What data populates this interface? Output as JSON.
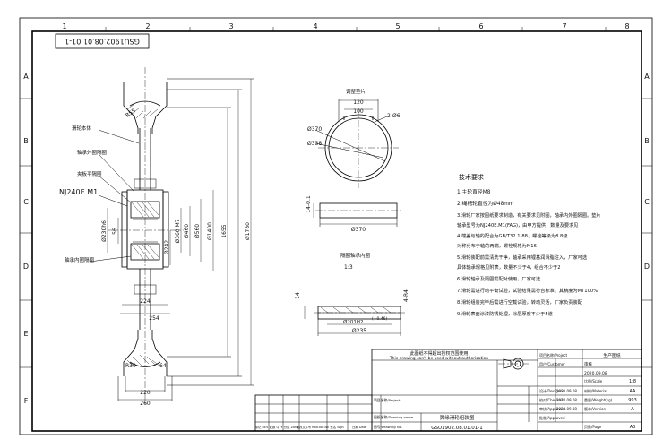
{
  "drawing_number_stamp": "GSU1902.08.01.01-1",
  "border": {
    "columns": [
      "1",
      "2",
      "3",
      "4",
      "5",
      "6",
      "7",
      "8"
    ],
    "rows": [
      "A",
      "B",
      "C",
      "D",
      "E",
      "F"
    ]
  },
  "main_view": {
    "part_labels": [
      "滑轮本体",
      "轴承外圈隔圈",
      "夹板平隔圈"
    ],
    "bearing_label": "NJ240E.M1",
    "bearing_label2": "轴承内圈隔圈",
    "dims": {
      "r55": "R55",
      "d230": "Ø230h6",
      "d56": "56",
      "d242": "Ø242",
      "d360": "Ø360 M7",
      "d460": "Ø460",
      "d560": "Ø560",
      "d1400": "Ø1400",
      "d1655": "1655",
      "d1780": "Ø1780",
      "w224": "224",
      "w254": "254",
      "r30": "R30",
      "d64": "64",
      "w220": "220",
      "w260": "260"
    }
  },
  "detail_top": {
    "title": "调整垫片",
    "dims": {
      "w120": "120",
      "w100": "100",
      "hole": "2-Ø6",
      "d370": "Ø370",
      "d338": "Ø338"
    }
  },
  "detail_mid": {
    "dims": {
      "t": "14-0.1",
      "d370": "Ø370"
    }
  },
  "detail_bot": {
    "title": "隔圈轴承内圈",
    "scale": "1:3",
    "dims": {
      "h": "14",
      "d201": "Ø201H2",
      "tol": "(+0.46)",
      "d235": "Ø235",
      "r": "4-R4"
    }
  },
  "notes": {
    "title": "技术要求",
    "items": [
      "1.主轮直径M8",
      "2.绳槽轮直径为Ø48mm",
      "3.滑轮厂家按图纸要求制造，有关要求见附图，轴承内外圈隔圈。垫片",
      "  轴承型号为NJ240E.M1(FAG)，由甲方提供，数量及要求见",
      "4.端盖与轴的配合为GB/T32.1-88，螺栓等级为8.8级",
      "  对称分布于轴的两端，螺栓规格为M16",
      "5.滑轮装配前需清洗干净，轴承采用锂基润滑脂注入，厂家可选",
      "  具体轴承规格见附表，数量不少于4，组合不少于2",
      "6.滑轮轴承及隔圈需配对使用，厂家可选",
      "7.滑轮需进行动平衡试验，试验结果需符合标准，其精度为MT100%",
      "8.滑轮组装完毕后需进行空载试验，转动灵活，厂家负责装配",
      "9.滑轮表面涂漆防锈处理，涂层厚度不少于5道"
    ]
  },
  "title_block": {
    "notice_cn": "此图纸不得超出授权范围使用",
    "notice_en": "This drawing can't be used without authorization",
    "project_label": "项目名称/Project",
    "project_value": "",
    "customer_label": "用户/Customer",
    "reviewer_label": "审核",
    "name_label": "图纸名称/Drawing name",
    "drawing_name": "翼缘滑轮组装图",
    "number_label": "图号/Drawing No.",
    "drawing_number": "GSU1902.08.01.01-1",
    "date_first": "2020.09.08",
    "roles": [
      {
        "label": "设计/Designed",
        "date": "2020.09.08"
      },
      {
        "label": "校对/Checked",
        "date": "2020.09.08"
      },
      {
        "label": "审核/Approved",
        "date": "2020.09.08"
      },
      {
        "label": "批准/Approved",
        "date": ""
      }
    ],
    "right_fields": [
      {
        "label": "比例/Scale",
        "value": "1:8"
      },
      {
        "label": "材料/Material",
        "value": "AA"
      },
      {
        "label": "重量/Weight(kg)",
        "value": "993"
      },
      {
        "label": "版本/Version",
        "value": "A"
      },
      {
        "label": "页数/Page",
        "value": "A3"
      }
    ],
    "status": "生产图纸",
    "rev_headers": [
      "标记 REV",
      "处数 QTY",
      "分区 Zone",
      "更改文件号 Mod.doc.No",
      "签名 Sign",
      "日期 Date"
    ]
  }
}
